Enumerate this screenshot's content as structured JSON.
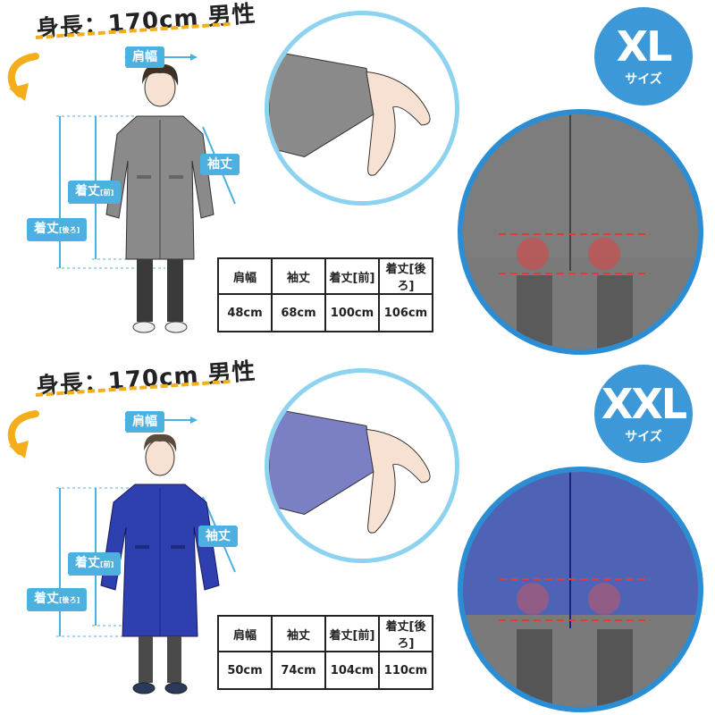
{
  "headline": "身長：170cm 男性",
  "measure_labels": {
    "shoulder": "肩幅",
    "sleeve": "袖丈",
    "length_front": "着丈",
    "length_front_tag": "[前]",
    "length_back": "着丈",
    "length_back_tag": "[後ろ]"
  },
  "sections": [
    {
      "size": "XL",
      "size_sub": "サイズ",
      "coat_color": "#8a8a8a",
      "headers": [
        "肩幅",
        "袖丈",
        "着丈[前]",
        "着丈[後ろ]"
      ],
      "values": [
        "48cm",
        "68cm",
        "100cm",
        "106cm"
      ]
    },
    {
      "size": "XXL",
      "size_sub": "サイズ",
      "coat_color": "#2e3fb0",
      "headers": [
        "肩幅",
        "袖丈",
        "着丈[前]",
        "着丈[後ろ]"
      ],
      "values": [
        "50cm",
        "74cm",
        "104cm",
        "110cm"
      ]
    }
  ],
  "colors": {
    "accent_orange": "#f4ad1b",
    "label_blue": "#4cb0e0",
    "badge_blue": "#3c98d6",
    "circle_light_blue": "#8dd3ef",
    "hem_line_red": "#e53935"
  }
}
